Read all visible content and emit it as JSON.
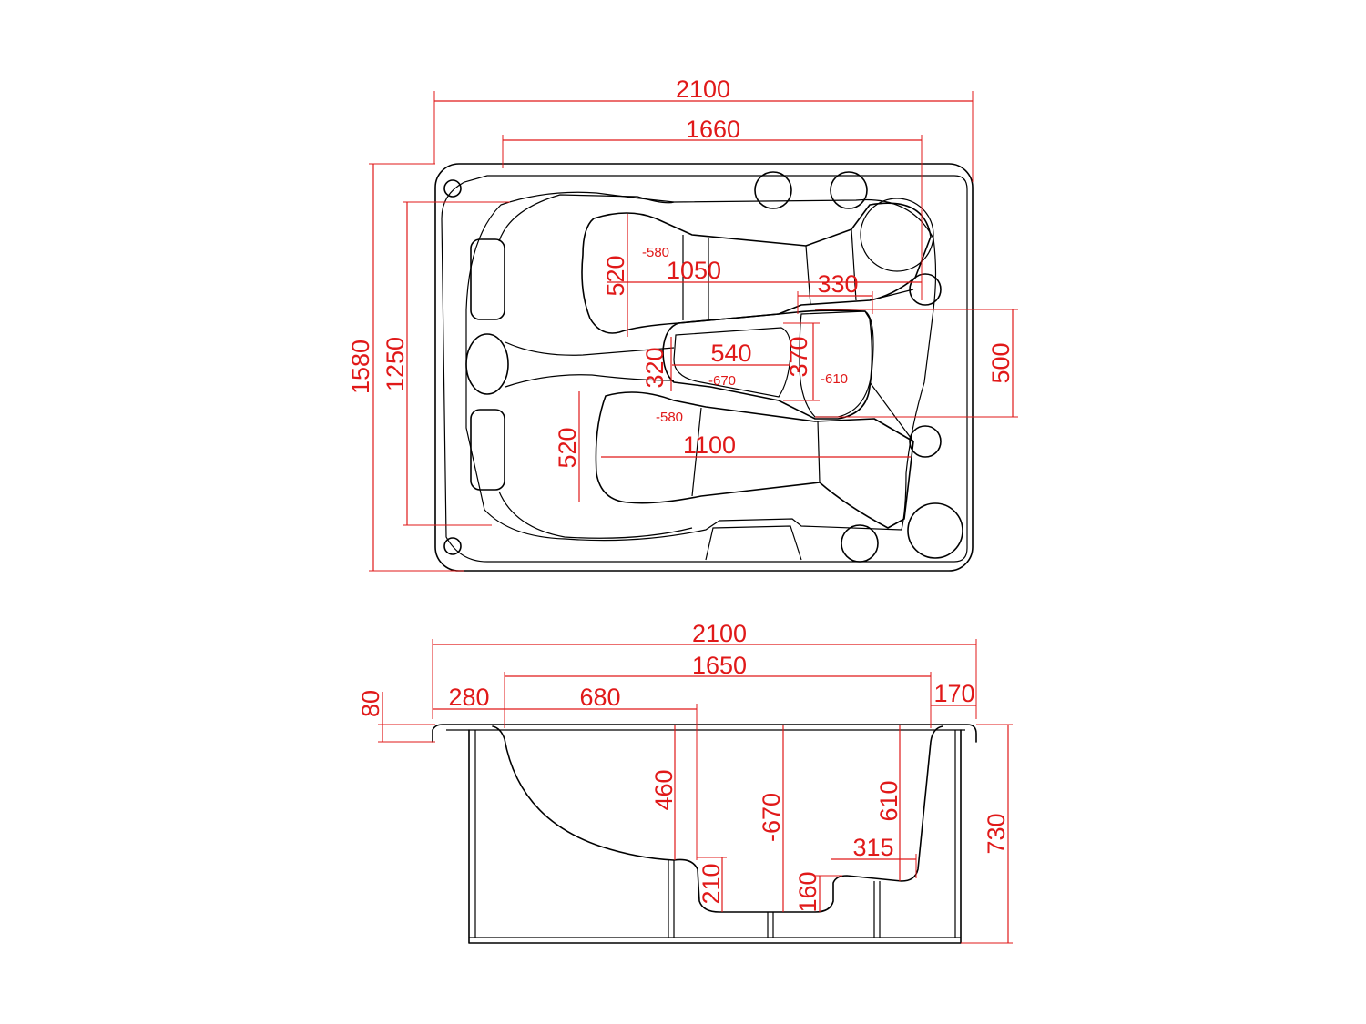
{
  "colors": {
    "dimension": "#e01919",
    "outline": "#000000",
    "background": "#ffffff"
  },
  "top_view": {
    "overall_length": "2100",
    "inner_length": "1660",
    "overall_width": "1580",
    "inner_width": "1250",
    "seat_top_width": "520",
    "seat_top_length": "1050",
    "seat_top_depth": "-580",
    "seat_right_length": "330",
    "footwell_length": "540",
    "footwell_width": "320",
    "footwell_depth": "-670",
    "side_seat_width": "370",
    "side_seat_depth": "-610",
    "side_seat_span": "500",
    "seat_bottom_width": "520",
    "seat_bottom_length": "1100",
    "seat_bottom_depth": "-580"
  },
  "side_view": {
    "overall_length": "2100",
    "inner_length": "1650",
    "rim_left": "280",
    "seat_length": "680",
    "rim_right": "170",
    "rim_height": "80",
    "seat_depth": "460",
    "step_height": "210",
    "footwell_depth": "-670",
    "step_right_height": "160",
    "right_seat_length": "315",
    "right_seat_depth": "610",
    "overall_height": "730"
  }
}
